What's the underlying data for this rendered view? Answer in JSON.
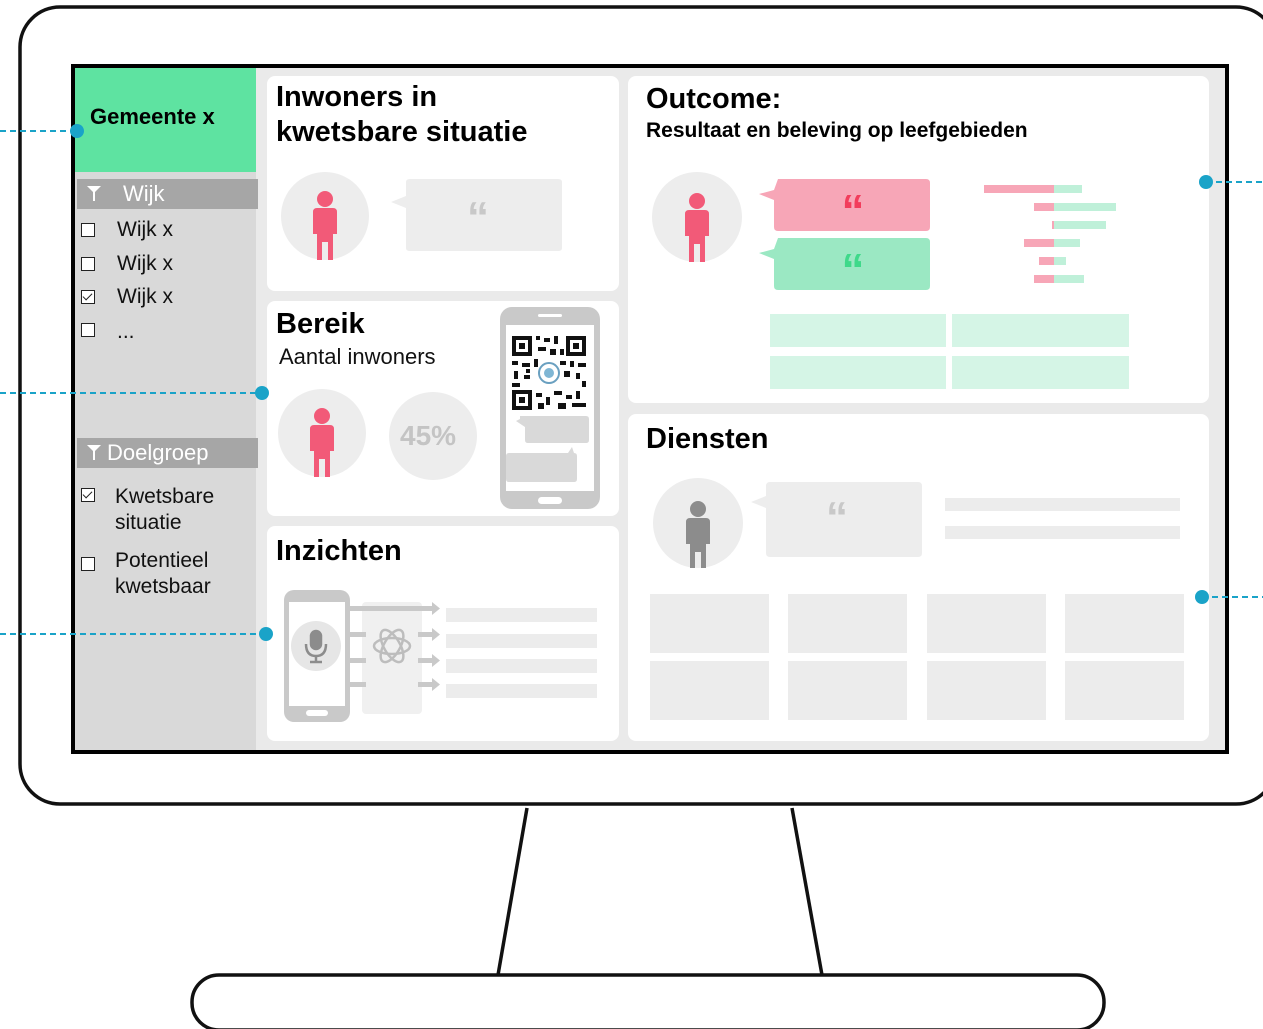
{
  "sidebar": {
    "municipality": "Gemeente x",
    "filter_wijk": {
      "label": "Wijk",
      "items": [
        {
          "label": "Wijk x",
          "checked": false
        },
        {
          "label": "Wijk x",
          "checked": false
        },
        {
          "label": "Wijk x",
          "checked": true
        },
        {
          "label": "...",
          "checked": false
        }
      ]
    },
    "filter_doelgroep": {
      "label": "Doelgroep",
      "items": [
        {
          "label_line1": "Kwetsbare",
          "label_line2": "situatie",
          "checked": true
        },
        {
          "label_line1": "Potentieel",
          "label_line2": "kwetsbaar",
          "checked": false
        }
      ]
    }
  },
  "panels": {
    "inwoners": {
      "title_line1": "Inwoners in",
      "title_line2": "kwetsbare situatie"
    },
    "bereik": {
      "title": "Bereik",
      "subtitle": "Aantal inwoners",
      "percentage": "45%"
    },
    "inzichten": {
      "title": "Inzichten"
    },
    "outcome": {
      "title": "Outcome:",
      "subtitle": "Resultaat en beleving op leefgebieden"
    },
    "diensten": {
      "title": "Diensten"
    }
  },
  "colors": {
    "accent_green": "#5ee3a1",
    "brand_pink": "#f25a78",
    "light_pink": "#f7a6b7",
    "light_green": "#bff0d9",
    "connector": "#1aa3c8",
    "gray_panel": "#d9d9d9",
    "placeholder": "#ececec"
  },
  "icons": [
    "person-icon",
    "quote-icon",
    "filter-icon",
    "checkbox-icon",
    "smartphone-icon",
    "qr-code-icon",
    "microphone-icon",
    "ai-knot-icon",
    "arrow-right-icon"
  ]
}
